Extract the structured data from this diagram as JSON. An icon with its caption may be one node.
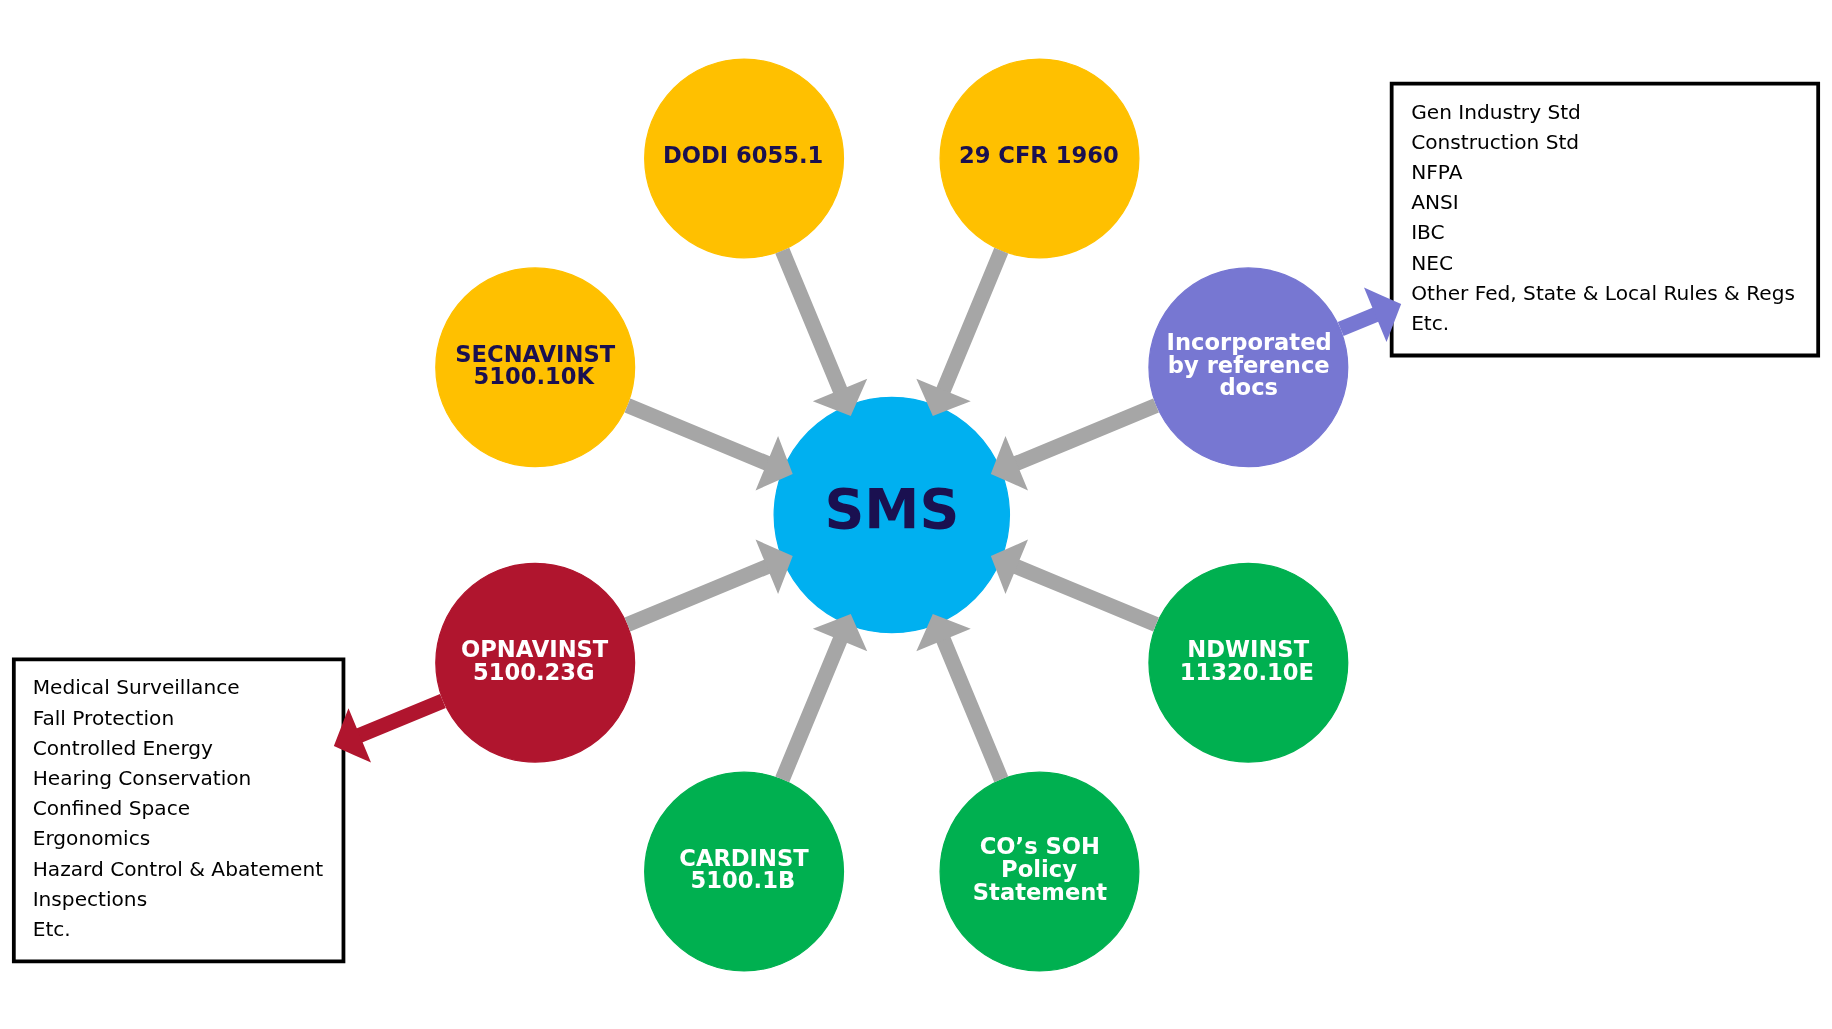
{
  "diagram": {
    "nodes": [
      {
        "text": [
          "SMS"
        ]
      },
      {
        "text": [
          "Incorporated by reference docs"
        ]
      },
      {
        "text": [
          "29 CFR 1960"
        ]
      },
      {
        "text": [
          "DODI 6055.1"
        ]
      },
      {
        "text": [
          "SECNAVINST 5100.10K"
        ]
      },
      {
        "text": [
          "OPNAVINST 5100.23G"
        ]
      },
      {
        "text": [
          "CARDINST 5100.1B"
        ]
      },
      {
        "text": [
          "CO’s SOH Policy Statement"
        ]
      },
      {
        "text": [
          "NDWINST 11320.10E"
        ]
      },
      {
        "text": [
          "Gen Industry Std",
          "Construction Std",
          "NFPA",
          "ANSI",
          "IBC",
          "NEC",
          "Other Fed, State & Local Rules & Regs",
          "Etc."
        ]
      },
      {
        "text": [
          "Medical Surveillance",
          "Fall Protection",
          "Controlled Energy",
          "Hearing Conservation",
          "Confined Space",
          "Ergonomics",
          "Hazard Control & Abatement",
          "Inspections",
          "Etc."
        ]
      }
    ],
    "edges": [
      {
        "from": 1,
        "to": 0,
        "arrow": "to"
      },
      {
        "from": 2,
        "to": 0,
        "arrow": "to"
      },
      {
        "from": 3,
        "to": 0,
        "arrow": "to"
      },
      {
        "from": 4,
        "to": 0,
        "arrow": "to"
      },
      {
        "from": 5,
        "to": 0,
        "arrow": "to"
      },
      {
        "from": 6,
        "to": 0,
        "arrow": "to"
      },
      {
        "from": 7,
        "to": 0,
        "arrow": "to"
      },
      {
        "from": 8,
        "to": 0,
        "arrow": "to"
      },
      {
        "from": 1,
        "to": 9,
        "arrow": "to",
        "color": "#7777d2"
      },
      {
        "from": 5,
        "to": 10,
        "arrow": "to",
        "color": "#b0152e"
      }
    ]
  }
}
